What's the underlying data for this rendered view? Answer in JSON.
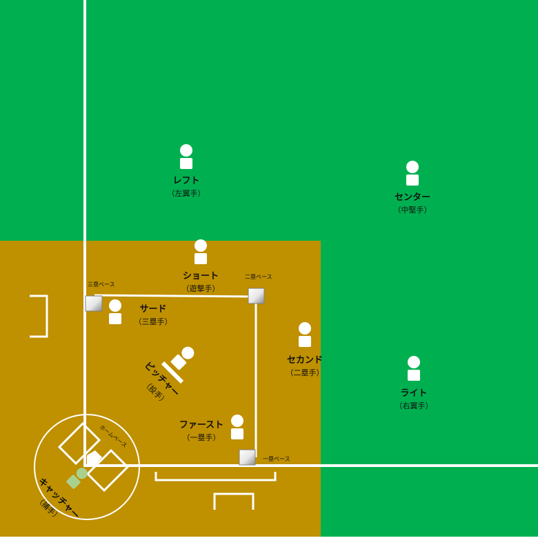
{
  "colors": {
    "outfield": "#00b050",
    "infield": "#bf9000",
    "line": "#ffffff",
    "catcher_figure": "#a9d18e"
  },
  "bases": {
    "third": "三塁ベース",
    "second": "二塁ベース",
    "first": "一塁ベース",
    "home": "ホームベース"
  },
  "positions": {
    "left": {
      "name": "レフト",
      "kanji": "（左翼手）"
    },
    "center": {
      "name": "センター",
      "kanji": "（中堅手）"
    },
    "short": {
      "name": "ショート",
      "kanji": "（遊撃手）"
    },
    "third": {
      "name": "サード",
      "kanji": "（三塁手）"
    },
    "second": {
      "name": "セカンド",
      "kanji": "（二塁手）"
    },
    "pitcher": {
      "name": "ピッチャー",
      "kanji": "（投手）"
    },
    "right": {
      "name": "ライト",
      "kanji": "（右翼手）"
    },
    "first": {
      "name": "ファースト",
      "kanji": "（一塁手）"
    },
    "catcher": {
      "name": "キャッチャー",
      "kanji": "（捕手）"
    }
  }
}
